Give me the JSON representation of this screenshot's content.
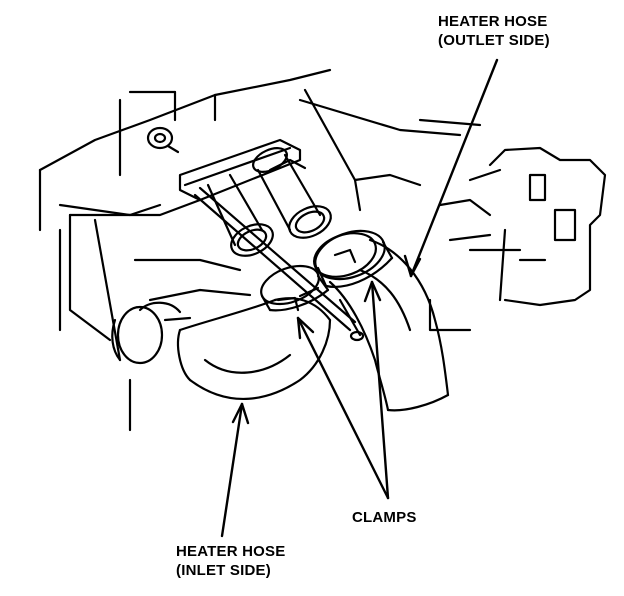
{
  "labels": {
    "outlet_line1": "HEATER HOSE",
    "outlet_line2": "(OUTLET SIDE)",
    "clamps": "CLAMPS",
    "inlet_line1": "HEATER HOSE",
    "inlet_line2": "(INLET SIDE)"
  },
  "colors": {
    "ink": "#000000",
    "paper": "#ffffff"
  }
}
